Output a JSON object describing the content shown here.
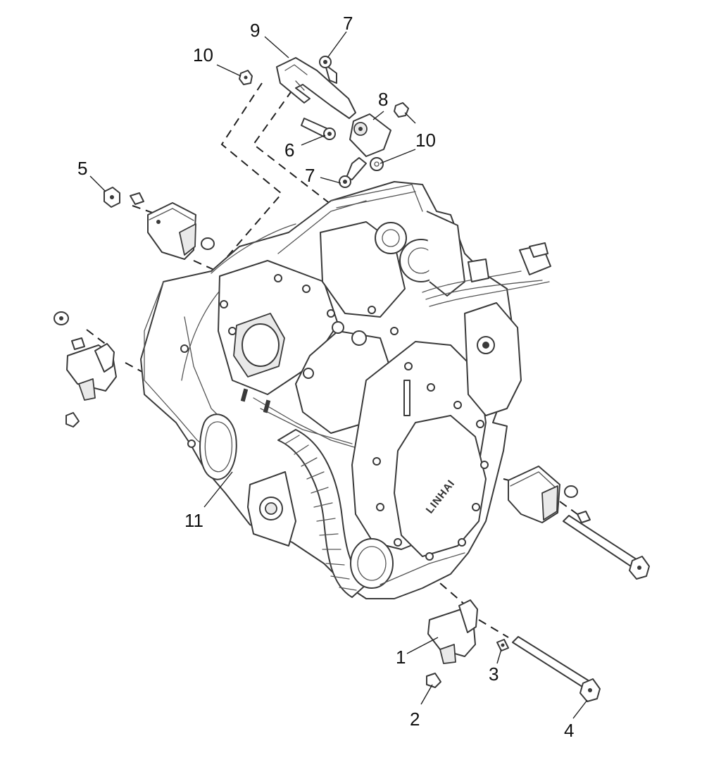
{
  "diagram": {
    "cover_logo_text": "LINHAI",
    "callouts": [
      {
        "id": "callout-1",
        "label": "1"
      },
      {
        "id": "callout-2",
        "label": "2"
      },
      {
        "id": "callout-3",
        "label": "3"
      },
      {
        "id": "callout-4",
        "label": "4"
      },
      {
        "id": "callout-5",
        "label": "5"
      },
      {
        "id": "callout-6",
        "label": "6"
      },
      {
        "id": "callout-7a",
        "label": "7"
      },
      {
        "id": "callout-7b",
        "label": "7"
      },
      {
        "id": "callout-8",
        "label": "8"
      },
      {
        "id": "callout-9",
        "label": "9"
      },
      {
        "id": "callout-10a",
        "label": "10"
      },
      {
        "id": "callout-10b",
        "label": "10"
      },
      {
        "id": "callout-11",
        "label": "11"
      }
    ]
  }
}
